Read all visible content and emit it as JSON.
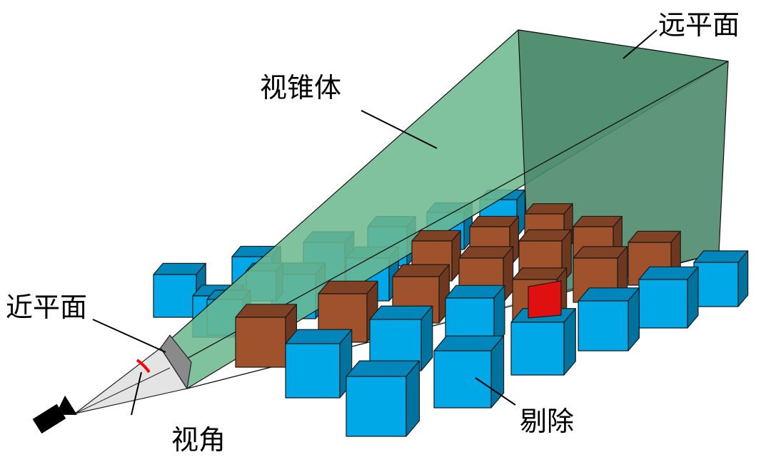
{
  "labels": {
    "frustum": "视锥体",
    "far_plane": "远平面",
    "near_plane": "近平面",
    "view_angle": "视角",
    "culled": "剔除"
  },
  "colors": {
    "frustum_side": "#6cb88e",
    "frustum_far": "#4e8a6c",
    "near_cone": "#e4e4e4",
    "near_plane": "#8a8a8a",
    "cube_inside": "#a0522d",
    "cube_culled": "#00a8e8",
    "cube_partial": "#e01010",
    "view_angle_arc": "#ff0000",
    "camera": "#000000"
  }
}
